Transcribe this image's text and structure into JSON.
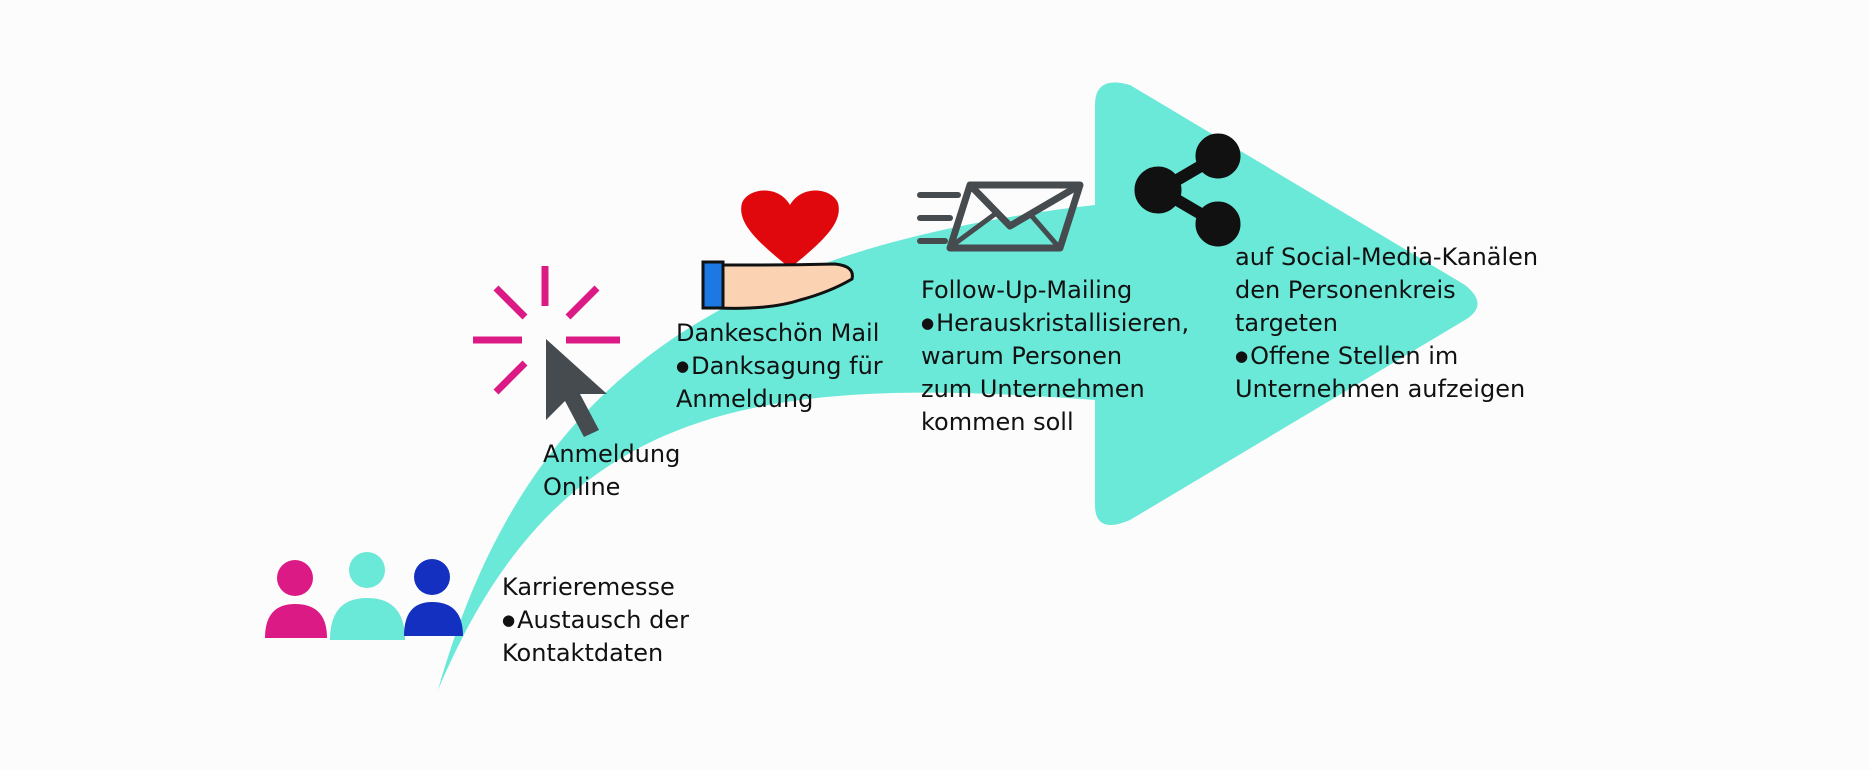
{
  "colors": {
    "arrow": "#6ae8d8",
    "magenta": "#dc1a85",
    "turquoise": "#6ae8d8",
    "blue": "#1430c0",
    "dark": "#454b4e",
    "heart": "#e0080c",
    "skin": "#fbd3b3",
    "cuff": "#1c78e2",
    "black": "#111111"
  },
  "steps": [
    {
      "icon": "people-group-icon",
      "title_lines": [
        "Karrieremesse"
      ],
      "bullet_lines": [
        "Austausch der",
        "Kontaktdaten"
      ]
    },
    {
      "icon": "cursor-click-icon",
      "title_lines": [
        "Anmeldung",
        "Online"
      ],
      "bullet_lines": []
    },
    {
      "icon": "hand-heart-icon",
      "title_lines": [
        "Dankeschön Mail"
      ],
      "bullet_lines": [
        "Danksagung für",
        "Anmeldung"
      ]
    },
    {
      "icon": "mail-fast-icon",
      "title_lines": [
        "Follow-Up-Mailing"
      ],
      "bullet_lines": [
        "Herauskristallisieren,",
        "warum Personen",
        "zum Unternehmen",
        "kommen soll"
      ]
    },
    {
      "icon": "share-icon",
      "title_lines": [
        "auf Social-Media-Kanälen",
        "den Personenkreis",
        "targeten"
      ],
      "bullet_lines": [
        "Offene Stellen im",
        "Unternehmen aufzeigen"
      ]
    }
  ]
}
